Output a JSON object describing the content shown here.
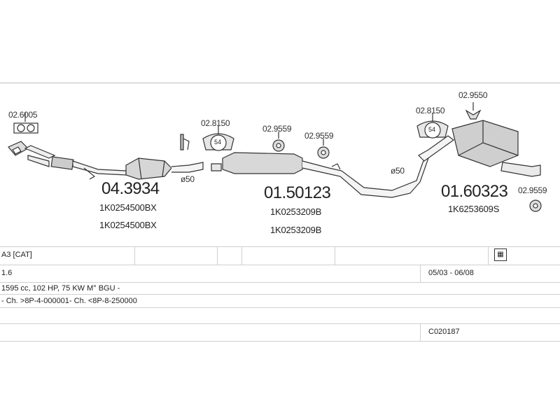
{
  "parts": {
    "gasket_left": "02.6005",
    "front_pipe_number": "04.3934",
    "front_pipe_oem_1": "1K0254500BX",
    "front_pipe_oem_2": "1K0254500BX",
    "diameter_1": "ø50",
    "clamp_center": "02.8150",
    "clamp_center_size": "54",
    "rubber_1": "02.9559",
    "rubber_2": "02.9559",
    "middle_silencer_number": "01.50123",
    "middle_silencer_oem_1": "1K0253209B",
    "middle_silencer_oem_2": "1K0253209B",
    "diameter_2": "ø50",
    "clamp_right": "02.8150",
    "clamp_right_size": "54",
    "bracket_right": "02.9550",
    "rear_silencer_number": "01.60323",
    "rear_silencer_oem": "1K6253609S",
    "rubber_3": "02.9559"
  },
  "vehicle": {
    "model": "A3  [CAT]",
    "engine": "1.6",
    "years": "05/03 - 06/08",
    "specs": "1595 cc, 102 HP, 75 KW M° BGU -",
    "chassis": "- Ch. >8P-4-000001- Ch. <8P-8-250000",
    "code": "C020187"
  },
  "icons": {
    "model_row_icon": "car-document-icon"
  }
}
